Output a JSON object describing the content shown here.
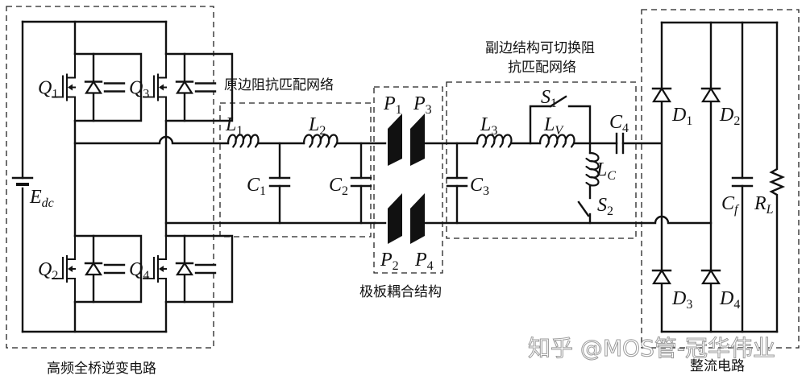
{
  "figure": {
    "title": "Capacitive wireless power transfer circuit with switchable impedance matching",
    "blocks": {
      "inverter": {
        "label": "高频全桥逆变电路"
      },
      "primary_matching": {
        "label": "原边阻抗匹配网络"
      },
      "coupler": {
        "label": "极板耦合结构"
      },
      "secondary_matching": {
        "label_line1": "副边结构可切换阻",
        "label_line2": "抗匹配网络"
      },
      "rectifier": {
        "label": "整流电路"
      }
    },
    "components": {
      "source": {
        "main": "E",
        "sub": "dc"
      },
      "Q1": {
        "main": "Q",
        "sub": "1"
      },
      "Q2": {
        "main": "Q",
        "sub": "2"
      },
      "Q3": {
        "main": "Q",
        "sub": "3"
      },
      "Q4": {
        "main": "Q",
        "sub": "4"
      },
      "L1": {
        "main": "L",
        "sub": "1"
      },
      "L2": {
        "main": "L",
        "sub": "2"
      },
      "C1": {
        "main": "C",
        "sub": "1"
      },
      "C2": {
        "main": "C",
        "sub": "2"
      },
      "P1": {
        "main": "P",
        "sub": "1"
      },
      "P2": {
        "main": "P",
        "sub": "2"
      },
      "P3": {
        "main": "P",
        "sub": "3"
      },
      "P4": {
        "main": "P",
        "sub": "4"
      },
      "C3": {
        "main": "C",
        "sub": "3"
      },
      "L3": {
        "main": "L",
        "sub": "3"
      },
      "LV": {
        "main": "L",
        "sub": "V"
      },
      "LC": {
        "main": "L",
        "sub": "C"
      },
      "C4": {
        "main": "C",
        "sub": "4"
      },
      "S1": {
        "main": "S",
        "sub": "1"
      },
      "S2": {
        "main": "S",
        "sub": "2"
      },
      "D1": {
        "main": "D",
        "sub": "1"
      },
      "D2": {
        "main": "D",
        "sub": "2"
      },
      "D3": {
        "main": "D",
        "sub": "3"
      },
      "D4": {
        "main": "D",
        "sub": "4"
      },
      "Cf": {
        "main": "C",
        "sub": "f"
      },
      "RL": {
        "main": "R",
        "sub": "L"
      }
    },
    "watermark": "知乎 @MOS管-冠华伟业"
  }
}
